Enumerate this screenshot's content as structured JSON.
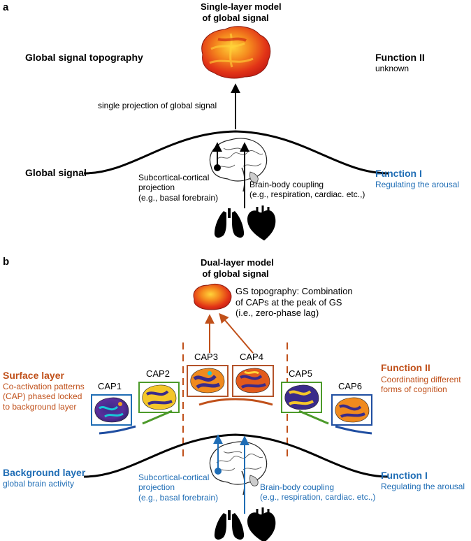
{
  "panel_a": {
    "label": "a",
    "title_line1": "Single-layer model",
    "title_line2": "of global signal",
    "gs_topography": "Global signal topography",
    "function2_title": "Function II",
    "function2_desc": "unknown",
    "projection_label": "single projection of global signal",
    "global_signal": "Global signal",
    "subcortical_line1": "Subcortical-cortical",
    "subcortical_line2": "projection",
    "subcortical_line3": "(e.g., basal forebrain)",
    "brainbody_line1": "Brain-body coupling",
    "brainbody_line2": "(e.g., respiration, cardiac. etc.,)",
    "function1_title": "Function I",
    "function1_desc": "Regulating the arousal"
  },
  "panel_b": {
    "label": "b",
    "title_line1": "Dual-layer model",
    "title_line2": "of global signal",
    "topo_line1": "GS topography: Combination",
    "topo_line2": "of CAPs at the peak of GS",
    "topo_line3": "(i.e., zero-phase lag)",
    "surface_title": "Surface layer",
    "surface_line1": "Co-activation patterns",
    "surface_line2": "(CAP) phased locked",
    "surface_line3": "to background layer",
    "function2_title": "Function II",
    "function2_line1": "Coordinating different",
    "function2_line2": "forms of cognition",
    "caps": [
      "CAP1",
      "CAP2",
      "CAP3",
      "CAP4",
      "CAP5",
      "CAP6"
    ],
    "background_title": "Background layer",
    "background_desc": "global brain activity",
    "subcortical_line1": "Subcortical-cortical",
    "subcortical_line2": "projection",
    "subcortical_line3": "(e.g., basal forebrain)",
    "brainbody_line1": "Brain-body coupling",
    "brainbody_line2": "(e.g., respiration, cardiac. etc.,)",
    "function1_title": "Function I",
    "function1_desc": "Regulating the arousal"
  },
  "colors": {
    "blue": "#1f6db5",
    "orange": "#c0501a",
    "green": "#4c9a2a",
    "navy": "#1f4ea1",
    "brown": "#b4532a"
  },
  "icons": [
    "brain-icon",
    "lungs-icon",
    "heart-icon",
    "cortex-surface-map-icon"
  ]
}
